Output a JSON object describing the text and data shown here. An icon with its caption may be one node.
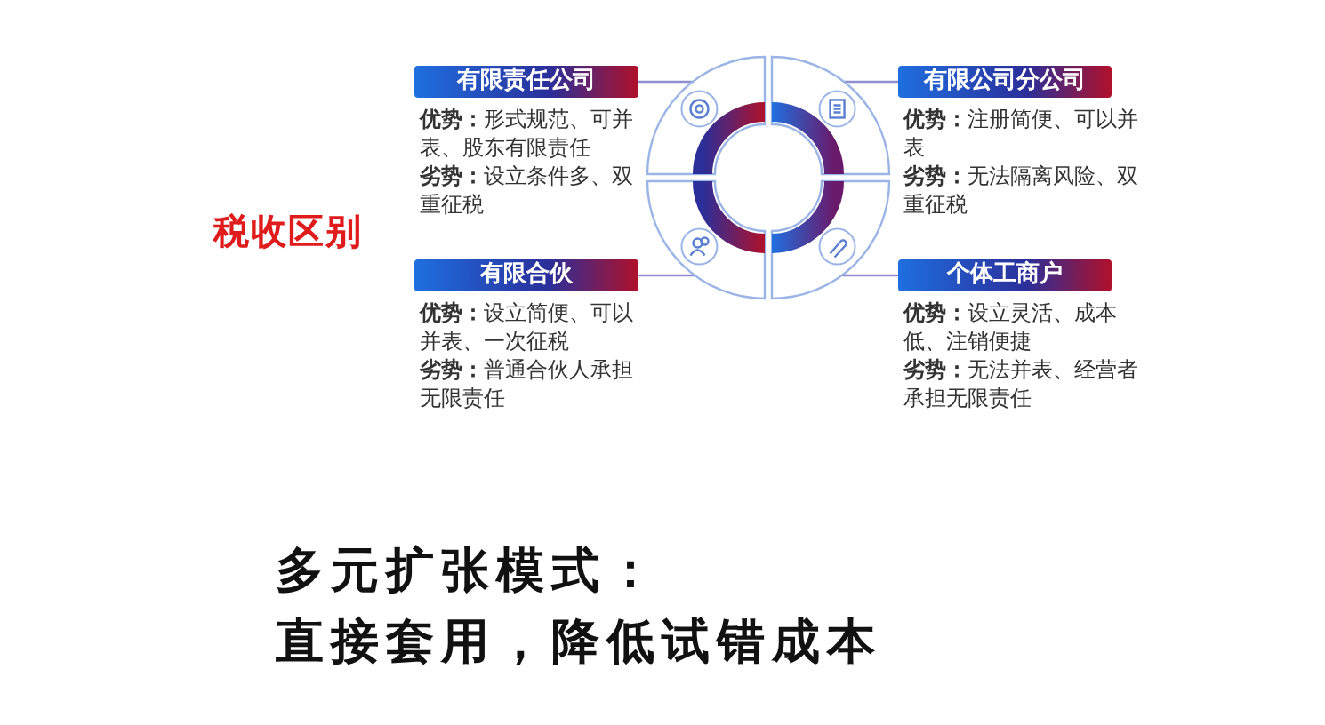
{
  "diagram": {
    "nodes": [
      {
        "text": [
          "有限责任公司",
          "**优势：**形式规范、可并表、股东有限责任",
          "**劣势：**设立条件多、双重征税"
        ]
      },
      {
        "text": [
          "有限公司分公司",
          "**优势：**注册简便、可以并表",
          "**劣势：**无法隔离风险、双重征税"
        ]
      },
      {
        "text": [
          "有限合伙",
          "**优势：**设立简便、可以并表、一次征税",
          "**劣势：**普通合伙人承担无限责任"
        ]
      },
      {
        "text": [
          "个体工商户",
          "**优势：**设立灵活、成本低、注销便捷",
          "**劣势：**无法并表、经营者承担无限责任"
        ]
      },
      {
        "text": [],
        "shape": "arc"
      },
      {
        "text": [],
        "shape": "arc"
      },
      {
        "text": [],
        "shape": "arc"
      },
      {
        "text": [],
        "shape": "arc"
      }
    ],
    "edges": [
      {
        "from": 0,
        "to": 4,
        "arrow": "none"
      },
      {
        "from": 1,
        "to": 5,
        "arrow": "none"
      },
      {
        "from": 2,
        "to": 6,
        "arrow": "none"
      },
      {
        "from": 3,
        "to": 7,
        "arrow": "none"
      }
    ],
    "labels": [
      "税收区别",
      "多元扩张模式：",
      "直接套用，降低试错成本"
    ]
  }
}
